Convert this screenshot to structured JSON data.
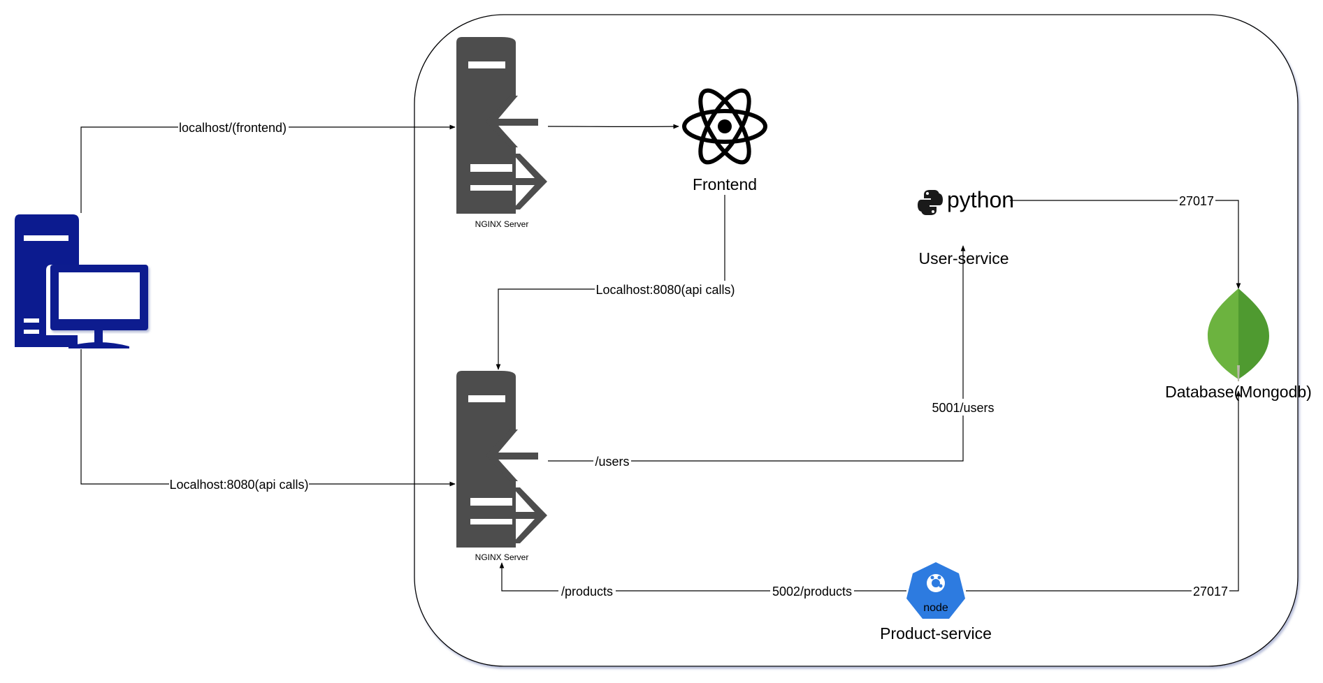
{
  "colors": {
    "client": "#0c1b8f",
    "server": "#4d4d4d",
    "react": "#000000",
    "python": "#1a1a1a",
    "mongo_light": "#6cb33f",
    "mongo_dark": "#4f9a30",
    "node_hex": "#2d7be0"
  },
  "icons": {
    "client": "desktop-computer-icon",
    "nginx_top": "server-proxy-icon",
    "nginx_bottom": "server-proxy-icon",
    "frontend": "react-atom-icon",
    "user_service": "python-logo-icon",
    "product_service": "node-hexagon-icon",
    "database": "mongodb-leaf-icon"
  },
  "nodes": {
    "nginx_top_label": "NGINX Server",
    "nginx_bottom_label": "NGINX Server",
    "frontend_label": "Frontend",
    "python_logo_text": "python",
    "user_service_label": "User-service",
    "database_label": "Database(Mongodb)",
    "node_logo_text": "node",
    "product_service_label": "Product-service"
  },
  "edges": {
    "client_to_frontend": "localhost/(frontend)",
    "client_to_api": "Localhost:8080(api calls)",
    "frontend_to_api": "Localhost:8080(api calls)",
    "api_users": "/users",
    "users_port": "5001/users",
    "python_db_port": "27017",
    "api_products": "/products",
    "products_port": "5002/products",
    "node_db_port": "27017"
  }
}
